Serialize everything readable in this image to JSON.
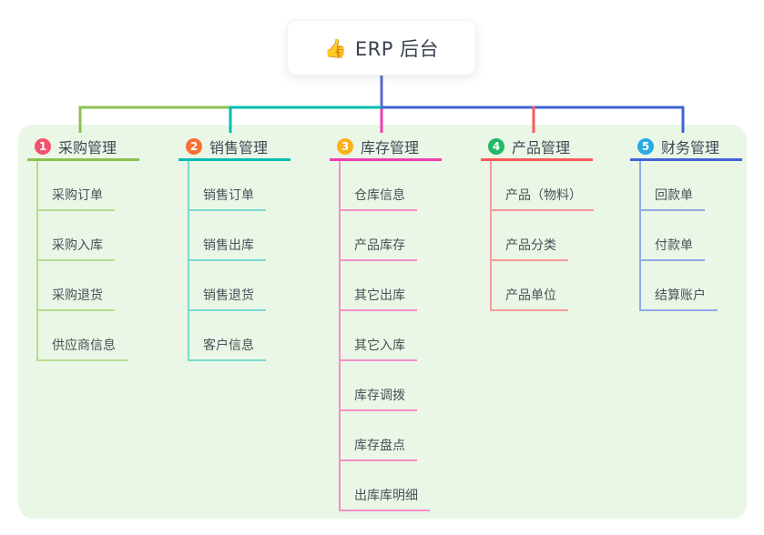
{
  "root": {
    "icon": "👍",
    "title": "ERP 后台"
  },
  "connector": {
    "root_color": "#5b6bc8"
  },
  "colors": {
    "panel_background": "#eaf7e6",
    "card_background": "#ffffff"
  },
  "branches": [
    {
      "badge": "1",
      "title": "采购管理",
      "color": "#8cc152",
      "child_color": "#b8dd8f",
      "badge_color": "#f4516c",
      "children": [
        "采购订单",
        "采购入库",
        "采购退货",
        "供应商信息"
      ]
    },
    {
      "badge": "2",
      "title": "销售管理",
      "color": "#00bdb0",
      "child_color": "#7ad9cf",
      "badge_color": "#f77234",
      "children": [
        "销售订单",
        "销售出库",
        "销售退货",
        "客户信息"
      ]
    },
    {
      "badge": "3",
      "title": "库存管理",
      "color": "#ee3fb0",
      "child_color": "#f58fc9",
      "badge_color": "#fbb117",
      "children": [
        "仓库信息",
        "产品库存",
        "其它出库",
        "其它入库",
        "库存调拨",
        "库存盘点",
        "出库库明细"
      ]
    },
    {
      "badge": "4",
      "title": "产品管理",
      "color": "#fa5a5a",
      "child_color": "#fa9a9a",
      "badge_color": "#23b865",
      "children": [
        "产品（物料）",
        "产品分类",
        "产品单位"
      ]
    },
    {
      "badge": "5",
      "title": "财务管理",
      "color": "#4263d5",
      "child_color": "#93a8e8",
      "badge_color": "#29aae3",
      "children": [
        "回款单",
        "付款单",
        "结算账户"
      ]
    }
  ]
}
